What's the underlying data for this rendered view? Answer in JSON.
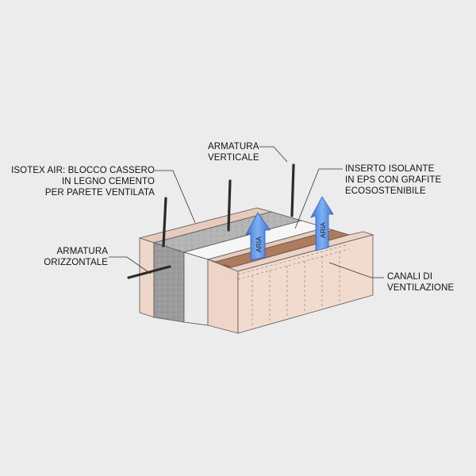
{
  "labels": {
    "isotex": "ISOTEX AIR: BLOCCO CASSERO\nIN LEGNO CEMENTO\nPER PARETE VENTILATA",
    "armatura_verticale": "ARMATURA\nVERTICALE",
    "inserto": "INSERTO ISOLANTE\nIN EPS CON GRAFITE\nECOSOSTENIBILE",
    "armatura_orizzontale": "ARMATURA\nORIZZONTALE",
    "canali": "CANALI DI\nVENTILAZIONE",
    "aria_1": "ARIA",
    "aria_2": "ARIA"
  },
  "colors": {
    "background": "#ececec",
    "block_face": "#f0d9cc",
    "block_top": "#e9cfc1",
    "concrete": "#9a9a9a",
    "eps_insert": "#efefef",
    "channel": "#b07a5c",
    "arrow": "#5b93e6",
    "rebar": "#2a2a2a"
  }
}
